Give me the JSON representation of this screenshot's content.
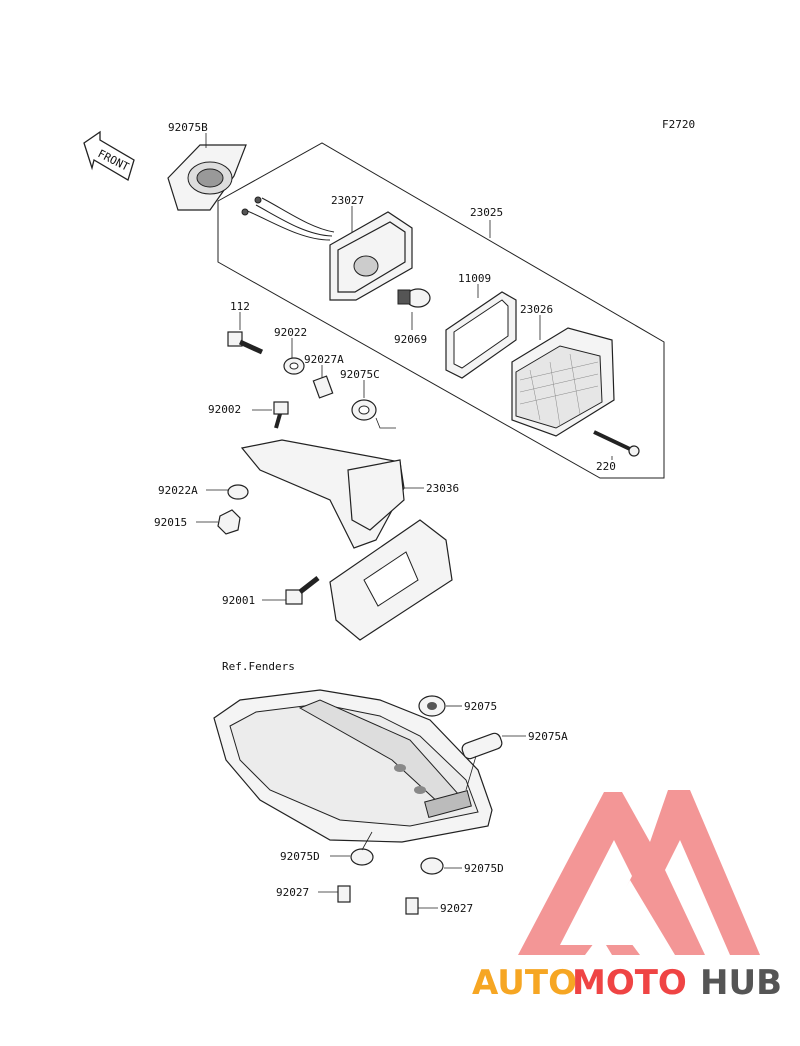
{
  "diagram": {
    "code": "F2720",
    "front_arrow": "FRONT",
    "reference_note": "Ref.Fenders",
    "labels": {
      "p92075B": "92075B",
      "p23027": "23027",
      "p23025": "23025",
      "p11009": "11009",
      "p23026": "23026",
      "p92069": "92069",
      "p112": "112",
      "p92022": "92022",
      "p92027A": "92027A",
      "p92075C": "92075C",
      "p92002": "92002",
      "p220": "220",
      "p23036": "23036",
      "p92022A": "92022A",
      "p92015": "92015",
      "p92001": "92001",
      "p92075": "92075",
      "p92075A": "92075A",
      "p92075D_left": "92075D",
      "p92075D_right": "92075D",
      "p92027_left": "92027",
      "p92027_right": "92027"
    }
  },
  "watermark": {
    "brand_part1": "AUTO",
    "brand_part2": "MOTO",
    "brand_part3": "HUB",
    "colors": {
      "red": "#ef4444",
      "orange": "#f6a623",
      "gray": "#555555"
    }
  }
}
